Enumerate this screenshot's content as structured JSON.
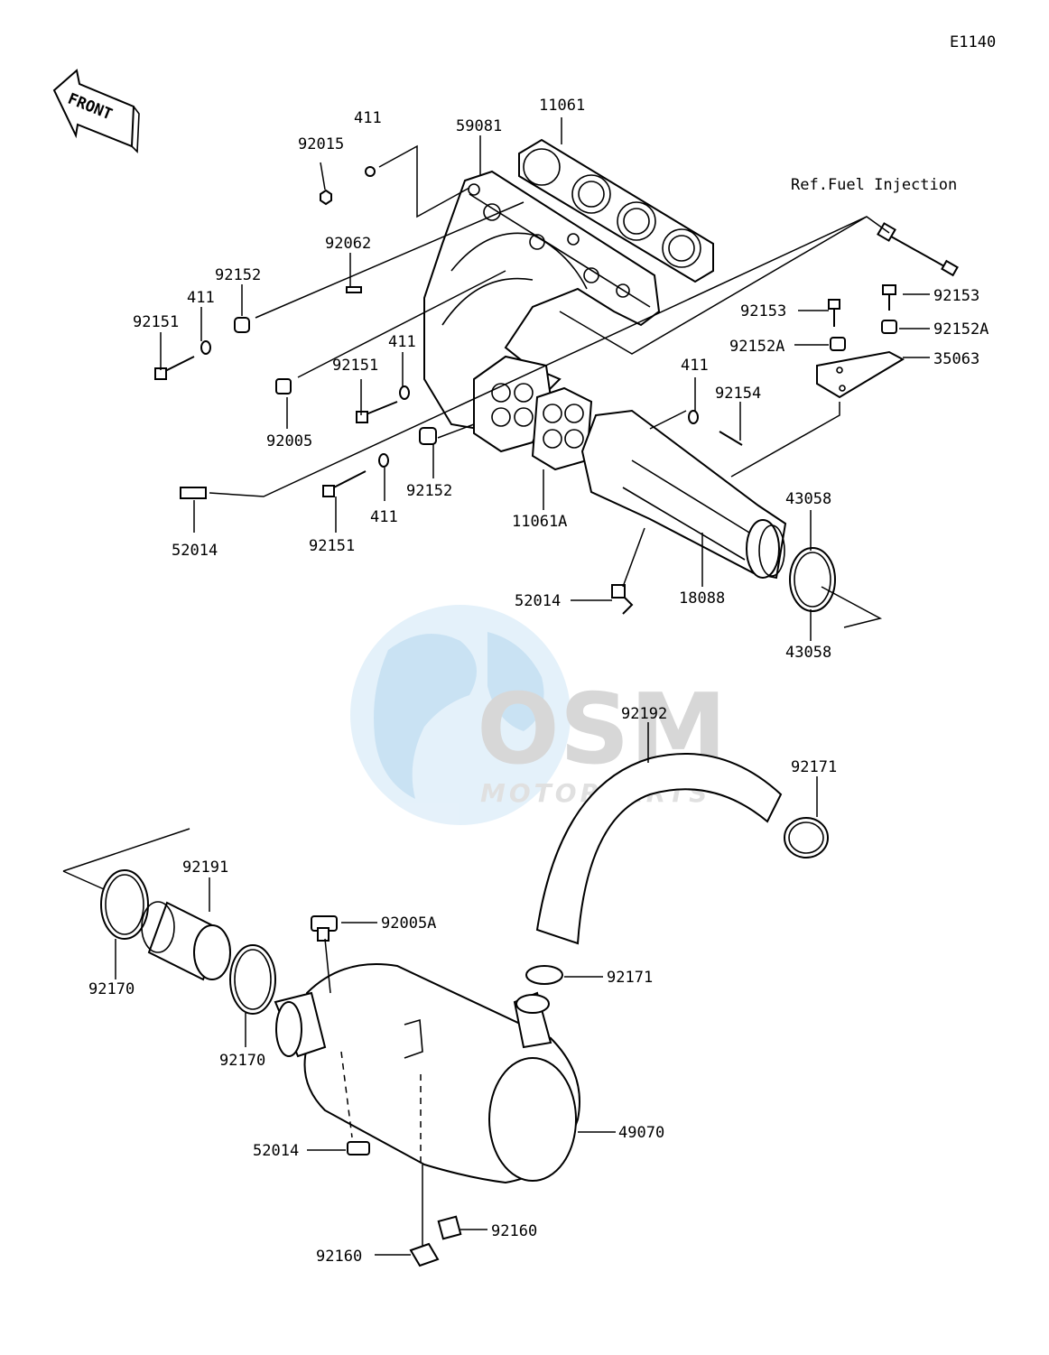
{
  "diagram_code": "E1140",
  "front_label": "FRONT",
  "reference_note": "Ref.Fuel Injection",
  "watermark": {
    "brand": "OSM",
    "sub": "MOTORPARTS"
  },
  "parts": {
    "p11061": "11061",
    "p59081": "59081",
    "p411_a": "411",
    "p92015": "92015",
    "p92062": "92062",
    "p92152_a": "92152",
    "p411_b": "411",
    "p92151_a": "92151",
    "p411_c": "411",
    "p92151_b": "92151",
    "p92005": "92005",
    "p92152_b": "92152",
    "p11061A": "11061A",
    "p411_d": "411",
    "p92151_c": "92151",
    "p52014_a": "52014",
    "p92153_a": "92153",
    "p92153_b": "92153",
    "p92152A_a": "92152A",
    "p92152A_b": "92152A",
    "p35063": "35063",
    "p411_e": "411",
    "p92154": "92154",
    "p43058_a": "43058",
    "p43058_b": "43058",
    "p18088": "18088",
    "p52014_b": "52014",
    "p92192": "92192",
    "p92171_a": "92171",
    "p92191": "92191",
    "p92170_a": "92170",
    "p92170_b": "92170",
    "p92005A": "92005A",
    "p92171_b": "92171",
    "p49070": "49070",
    "p52014_c": "52014",
    "p92160_a": "92160",
    "p92160_b": "92160"
  }
}
